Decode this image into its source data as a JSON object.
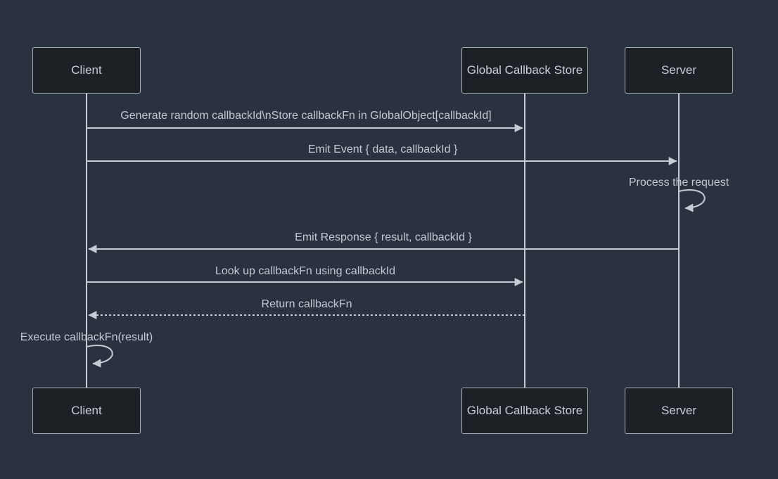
{
  "diagram": {
    "type": "sequence-diagram",
    "colors": {
      "background": "#2a3240",
      "actor_fill": "#1d2126",
      "actor_border": "#a9b0b8",
      "line": "#c6ccd4",
      "text": "#c3c9d2"
    },
    "actors": [
      {
        "label": "Client"
      },
      {
        "label": "Global Callback Store"
      },
      {
        "label": "Server"
      }
    ],
    "messages": [
      {
        "from": "Client",
        "to": "Global Callback Store",
        "style": "solid",
        "label": "Generate random callbackId\\nStore callbackFn in GlobalObject[callbackId]"
      },
      {
        "from": "Client",
        "to": "Server",
        "style": "solid",
        "label": "Emit Event { data, callbackId }"
      },
      {
        "from": "Server",
        "to": "Server",
        "style": "self-loop",
        "label": "Process the request"
      },
      {
        "from": "Server",
        "to": "Client",
        "style": "solid",
        "label": "Emit Response { result, callbackId }"
      },
      {
        "from": "Client",
        "to": "Global Callback Store",
        "style": "solid",
        "label": "Look up callbackFn using callbackId"
      },
      {
        "from": "Global Callback Store",
        "to": "Client",
        "style": "dotted",
        "label": "Return callbackFn"
      },
      {
        "from": "Client",
        "to": "Client",
        "style": "self-loop",
        "label": "Execute callbackFn(result)"
      }
    ]
  }
}
